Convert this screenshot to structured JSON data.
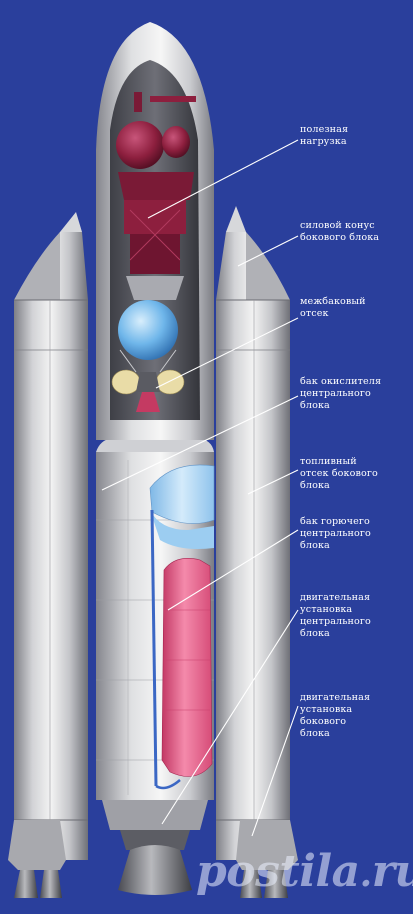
{
  "colors": {
    "background": "#2a3f9c",
    "metal_light": "#e9e9ea",
    "metal_dark": "#8f9096",
    "payload": "#8d1f3e",
    "oxidizer_tank": "#6fb6ea",
    "fuel_tank": "#f0739b",
    "leader_line": "#ffffff"
  },
  "labels": [
    {
      "id": "payload",
      "text": "полезная\nнагрузка"
    },
    {
      "id": "side-block-cone",
      "text": "силовой конус\nбокового блока"
    },
    {
      "id": "intertank",
      "text": "межбаковый\nотсек"
    },
    {
      "id": "oxidizer-tank-central",
      "text": "бак окислителя\nцентрального\nблока"
    },
    {
      "id": "fuel-compartment-side",
      "text": "топливный\nотсек бокового\nблока"
    },
    {
      "id": "fuel-tank-central",
      "text": "бак горючего\nцентрального\nблока"
    },
    {
      "id": "engine-central",
      "text": "двигательная\nустановка\nцентрального\nблока"
    },
    {
      "id": "engine-side",
      "text": "двигательная\nустановка\nбокового\nблока"
    }
  ],
  "watermark": {
    "text": "postila",
    "suffix": "ru"
  }
}
